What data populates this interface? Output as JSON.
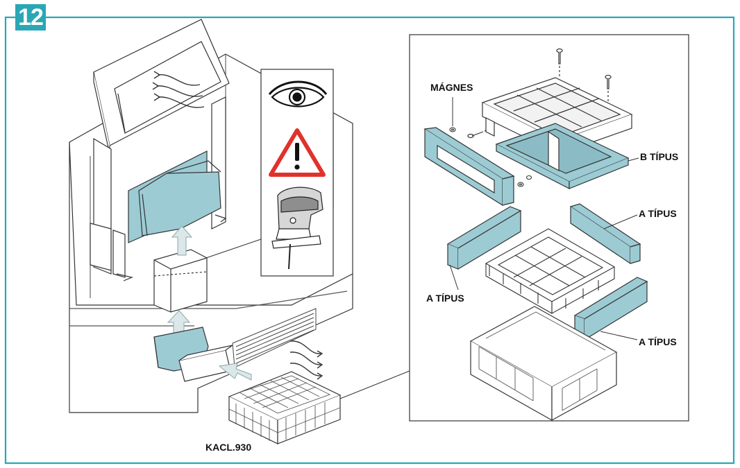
{
  "step_number": "12",
  "labels": {
    "magnes": "MÁGNES",
    "b_tipus": "B TÍPUS",
    "a_tipus_top": "A TÍPUS",
    "a_tipus_left": "A TÍPUS",
    "a_tipus_bottom": "A TÍPUS",
    "kit_code": "KACL.930"
  },
  "icons": [
    "eye-icon",
    "warning-triangle-icon",
    "jigsaw-icon",
    "airflow-arrow-icon",
    "screw-icon"
  ],
  "colors": {
    "accent": "#2aa7b5",
    "part_fill": "#9ccbd4",
    "warning_red": "#e0322d",
    "line": "#333333"
  }
}
